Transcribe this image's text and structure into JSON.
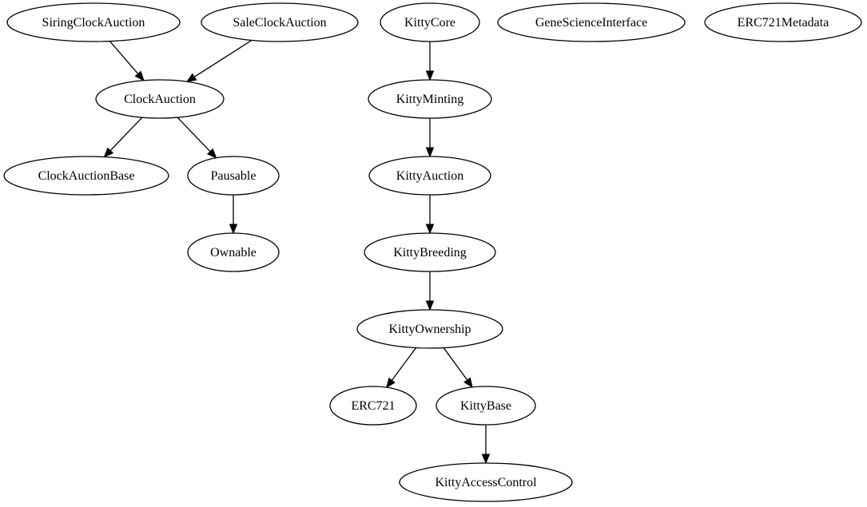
{
  "nodes": [
    {
      "id": "siring_clock_auction",
      "label": "SiringClockAuction"
    },
    {
      "id": "sale_clock_auction",
      "label": "SaleClockAuction"
    },
    {
      "id": "kitty_core",
      "label": "KittyCore"
    },
    {
      "id": "gene_science_interface",
      "label": "GeneScienceInterface"
    },
    {
      "id": "erc721_metadata",
      "label": "ERC721Metadata"
    },
    {
      "id": "clock_auction",
      "label": "ClockAuction"
    },
    {
      "id": "kitty_minting",
      "label": "KittyMinting"
    },
    {
      "id": "clock_auction_base",
      "label": "ClockAuctionBase"
    },
    {
      "id": "pausable",
      "label": "Pausable"
    },
    {
      "id": "kitty_auction",
      "label": "KittyAuction"
    },
    {
      "id": "ownable",
      "label": "Ownable"
    },
    {
      "id": "kitty_breeding",
      "label": "KittyBreeding"
    },
    {
      "id": "kitty_ownership",
      "label": "KittyOwnership"
    },
    {
      "id": "erc721",
      "label": "ERC721"
    },
    {
      "id": "kitty_base",
      "label": "KittyBase"
    },
    {
      "id": "kitty_access_control",
      "label": "KittyAccessControl"
    }
  ],
  "edges": [
    {
      "from": "siring_clock_auction",
      "to": "clock_auction"
    },
    {
      "from": "sale_clock_auction",
      "to": "clock_auction"
    },
    {
      "from": "clock_auction",
      "to": "clock_auction_base"
    },
    {
      "from": "clock_auction",
      "to": "pausable"
    },
    {
      "from": "pausable",
      "to": "ownable"
    },
    {
      "from": "kitty_core",
      "to": "kitty_minting"
    },
    {
      "from": "kitty_minting",
      "to": "kitty_auction"
    },
    {
      "from": "kitty_auction",
      "to": "kitty_breeding"
    },
    {
      "from": "kitty_breeding",
      "to": "kitty_ownership"
    },
    {
      "from": "kitty_ownership",
      "to": "erc721"
    },
    {
      "from": "kitty_ownership",
      "to": "kitty_base"
    },
    {
      "from": "kitty_base",
      "to": "kitty_access_control"
    }
  ]
}
